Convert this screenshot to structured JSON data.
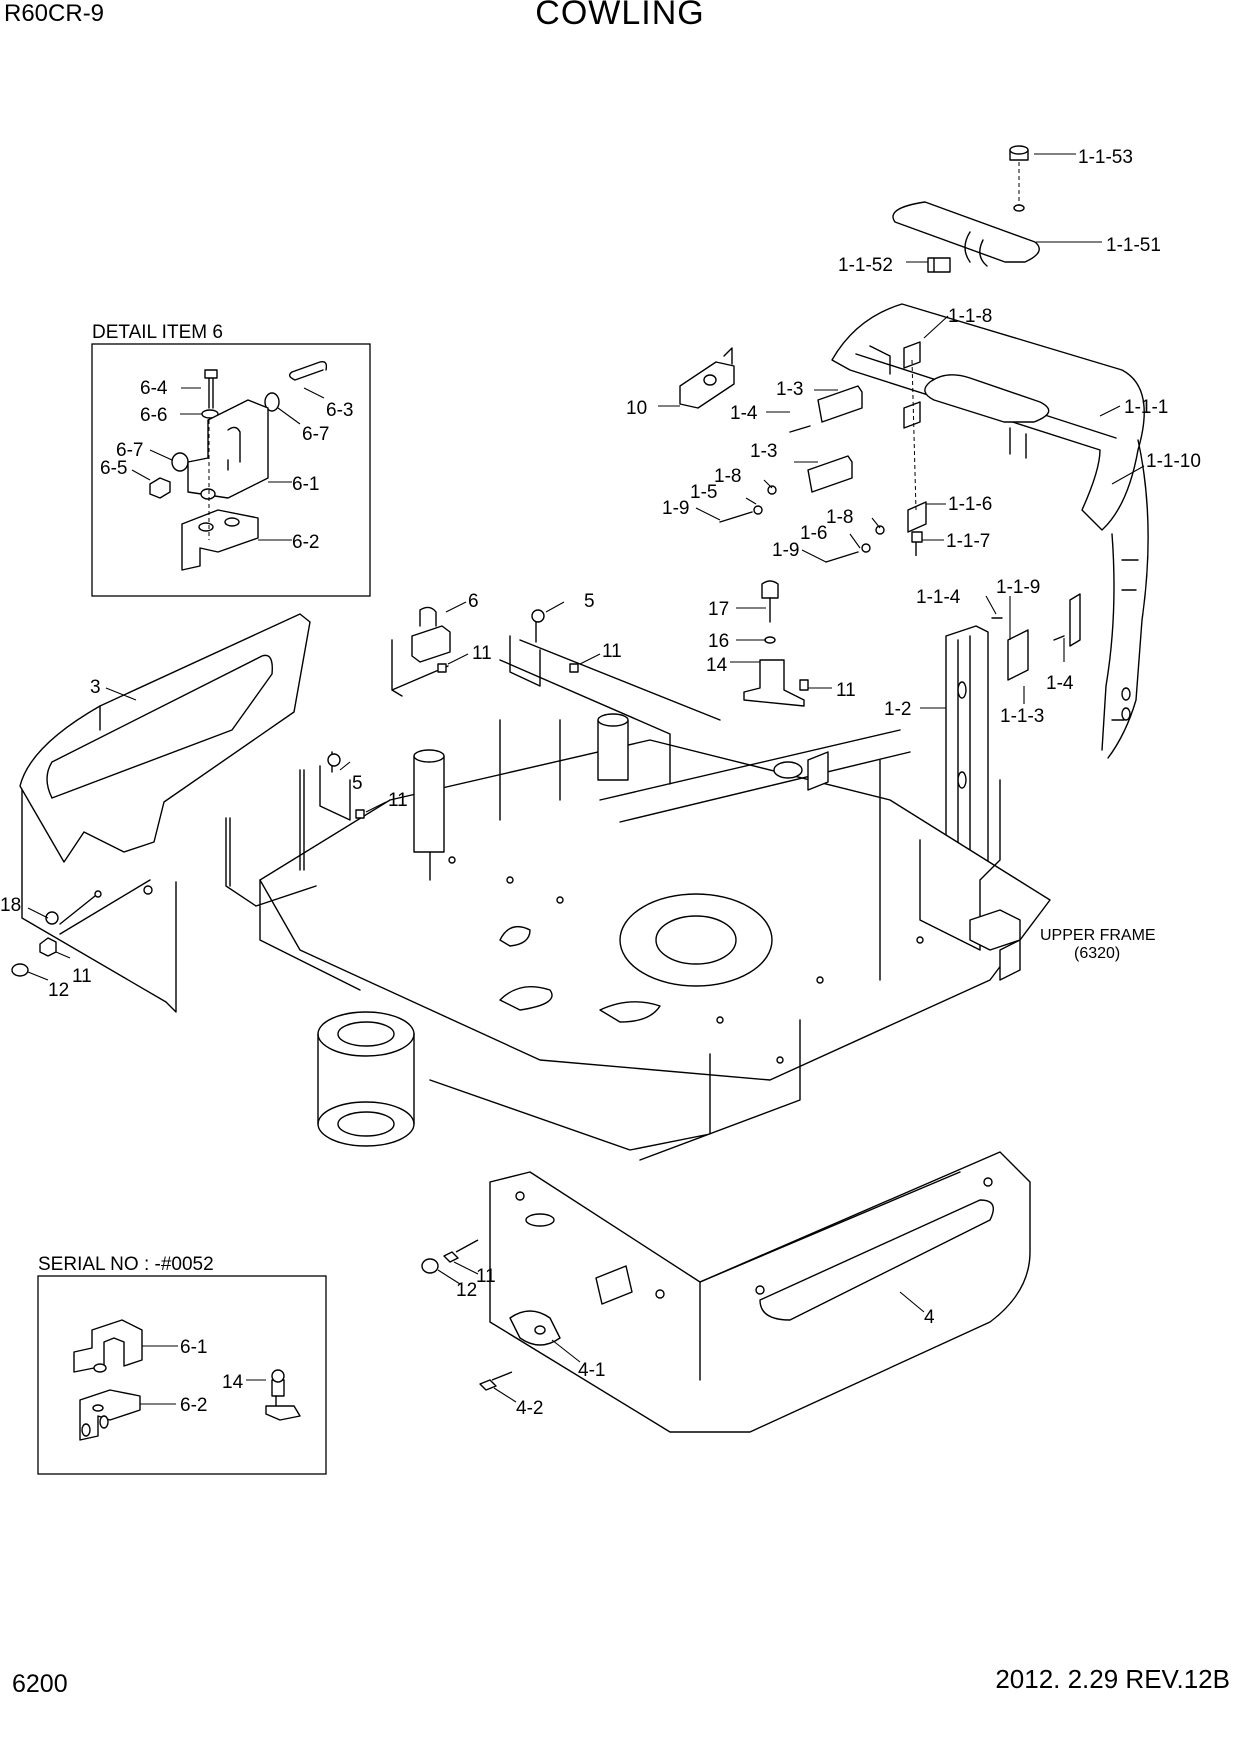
{
  "header": {
    "model": "R60CR-9",
    "title": "COWLING"
  },
  "footer": {
    "page_number": "6200",
    "revision": "2012. 2.29  REV.12B"
  },
  "detail_box": {
    "title": "DETAIL ITEM 6"
  },
  "serial_box": {
    "title": "SERIAL NO : -#0052"
  },
  "reference": {
    "line1": "UPPER FRAME",
    "line2": "(6320)"
  },
  "part_labels": [
    "1-1-53",
    "1-1-51",
    "1-1-52",
    "1-1-8",
    "1-1-1",
    "1-1-10",
    "1-1-6",
    "1-1-7",
    "10",
    "1-3",
    "1-4",
    "1-3",
    "1-8",
    "1-5",
    "1-9",
    "1-8",
    "1-6",
    "1-9",
    "1-1-4",
    "1-1-9",
    "1-4",
    "1-1-3",
    "1-2",
    "17",
    "16",
    "14",
    "11",
    "6",
    "11",
    "5",
    "11",
    "5",
    "11",
    "3",
    "18",
    "11",
    "12",
    "6-4",
    "6-6",
    "6-3",
    "6-7",
    "6-7",
    "6-5",
    "6-1",
    "6-2",
    "11",
    "12",
    "4",
    "4-1",
    "4-2",
    "6-1",
    "14",
    "6-2"
  ]
}
